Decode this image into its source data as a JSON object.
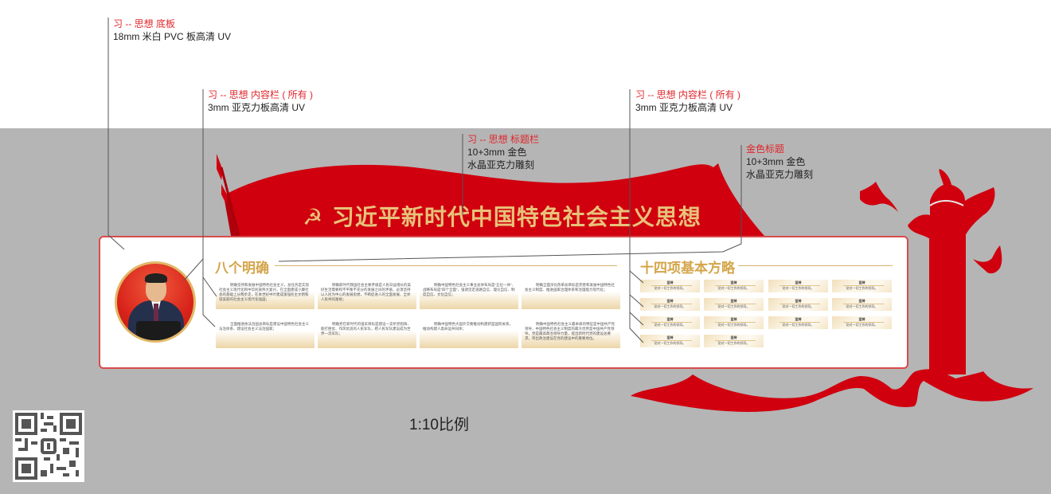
{
  "annotations": [
    {
      "id": "base",
      "title": "习 -- 思想 底板",
      "spec": [
        "18mm 米白 PVC 板高清 UV"
      ]
    },
    {
      "id": "content-left",
      "title": "习 -- 思想 内容栏 ( 所有 )",
      "spec": [
        "3mm 亚克力板高清 UV"
      ]
    },
    {
      "id": "content-right",
      "title": "习 -- 思想 内容栏 ( 所有 )",
      "spec": [
        "3mm 亚克力板高清 UV"
      ]
    },
    {
      "id": "title-bar",
      "title": "习 -- 思想 标题栏",
      "spec": [
        "10+3mm 金色",
        "水晶亚克力雕刻"
      ]
    },
    {
      "id": "gold-title",
      "title": "金色标题",
      "spec": [
        "10+3mm 金色",
        "水晶亚克力雕刻"
      ]
    }
  ],
  "banner": {
    "emblem": "hammer-sickle-icon",
    "title": "习近平新时代中国特色社会主义思想"
  },
  "left_section": {
    "title": "八个明确",
    "cards": [
      "明确坚持和发展中国特色社会主义，总任务是实现社会主义现代化和中华民族伟大复兴，在全面建成小康社会的基础上分两步走，在本世纪中叶建成富强民主文明和谐美丽的社会主义现代化强国；",
      "明确新时代我国社会主要矛盾是人民日益增长的美好生活需要和不平衡不充分的发展之间的矛盾，必须坚持以人民为中心的发展思想，不断促进人的全面发展、全体人民共同富裕；",
      "明确中国特色社会主义事业总体布局是“五位一体”、战略布局是“四个全面”，强调坚定道路自信、理论自信、制度自信、文化自信；",
      "明确全面深化改革总目标是完善和发展中国特色社会主义制度、推进国家治理体系和治理能力现代化；",
      "全面推进依法治国总目标是建设中国特色社会主义法治体系、建设社会主义法治国家；",
      "明确党在新时代的强军目标是建设一支听党指挥、能打胜仗、作风优良的人民军队，把人民军队建设成为世界一流军队；",
      "明确中国特色大国外交要推动构建新型国际关系，推动构建人类命运共同体；",
      "明确中国特色社会主义最本质的特征是中国共产党领导，中国特色社会主义制度的最大优势是中国共产党领导，党是最高政治领导力量，提出新时代党的建设总要求，突出政治建设在党的建设中的重要地位。"
    ]
  },
  "right_section": {
    "title": "十四项基本方略",
    "tiles": [
      {
        "title": "坚持",
        "desc": "党对一切工作的领导。"
      },
      {
        "title": "坚持",
        "desc": "党对一切工作的领导。"
      },
      {
        "title": "坚持",
        "desc": "党对一切工作的领导。"
      },
      {
        "title": "坚持",
        "desc": "党对一切工作的领导。"
      },
      {
        "title": "坚持",
        "desc": "党对一切工作的领导。"
      },
      {
        "title": "坚持",
        "desc": "党对一切工作的领导。"
      },
      {
        "title": "坚持",
        "desc": "党对一切工作的领导。"
      },
      {
        "title": "坚持",
        "desc": "党对一切工作的领导。"
      },
      {
        "title": "坚持",
        "desc": "党对一切工作的领导。"
      },
      {
        "title": "坚持",
        "desc": "党对一切工作的领导。"
      },
      {
        "title": "坚持",
        "desc": "党对一切工作的领导。"
      },
      {
        "title": "坚持",
        "desc": "党对一切工作的领导。"
      },
      {
        "title": "坚持",
        "desc": "党对一切工作的领导。"
      },
      {
        "title": "坚持",
        "desc": "党对一切工作的领导。"
      }
    ]
  },
  "scale_label": "1:10比例",
  "colors": {
    "red": "#d0000f",
    "gold": "#d4a54a",
    "annotation_red": "#e0262b",
    "gray_bg": "#b5b5b5",
    "panel_border": "#d94b4b"
  }
}
